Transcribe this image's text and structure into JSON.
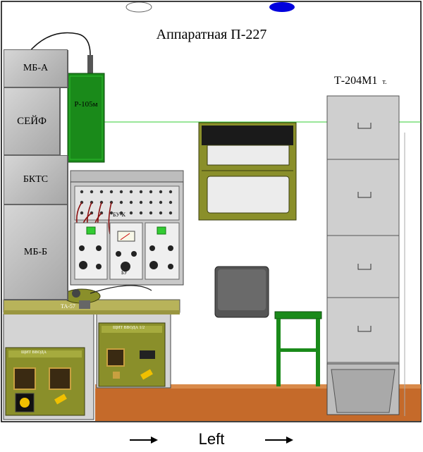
{
  "room": {
    "title": "Аппаратная  П-227"
  },
  "units": {
    "mb_a": "МБ-А",
    "safe": "СЕЙФ",
    "bkts": "БКТС",
    "mb_b": "МБ-Б",
    "p105": "Р-105м",
    "t204": "Т-204М1",
    "t204_suffix": "т.",
    "bu_k": "БУ-К",
    "bu_left": "БУ",
    "ta57": "ТА-57",
    "pp_label": "ЩИТ ВВОДА 1/2",
    "pp_sub": "ЩИТ ВВОДА"
  },
  "navigation": {
    "label": "Left"
  },
  "colors": {
    "green_line": "#33cc33",
    "olive": "#8a8f2a",
    "dark_green": "#1a8a1a",
    "blue_marker": "#0000dd",
    "floor": "#c56a2a"
  },
  "icons": {
    "left_arrow": "arrow-right-icon",
    "right_arrow": "arrow-right-icon"
  }
}
